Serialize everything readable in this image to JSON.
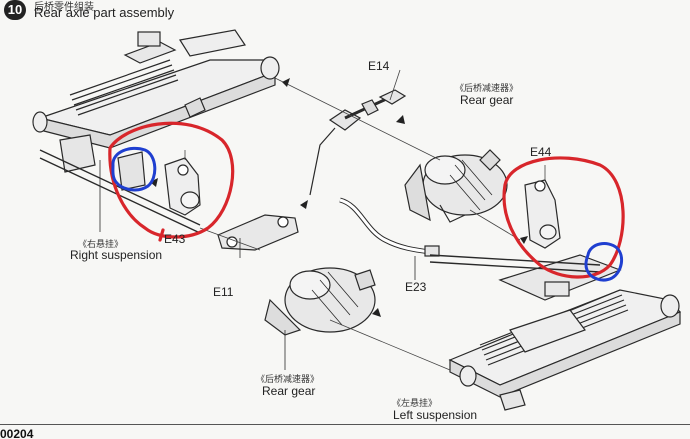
{
  "header": {
    "step_number": "10",
    "title_cn": "后桥零件组装",
    "title_en": "Rear axle part assembly"
  },
  "labels": {
    "e14": "E14",
    "e44": "E44",
    "e43": "E43",
    "e11": "E11",
    "e23": "E23",
    "rear_gear_top_cn": "《后桥减速器》",
    "rear_gear_top_en": "Rear gear",
    "rear_gear_bottom_cn": "《后桥减速器》",
    "rear_gear_bottom_en": "Rear gear",
    "right_susp_cn": "《右悬挂》",
    "right_susp_en": "Right suspension",
    "left_susp_cn": "《左悬挂》",
    "left_susp_en": "Left suspension"
  },
  "footer": {
    "page_code": "00204"
  },
  "colors": {
    "annotation_red": "#d8262b",
    "annotation_blue": "#1f3fd0",
    "line_art": "#2a2a2a"
  }
}
